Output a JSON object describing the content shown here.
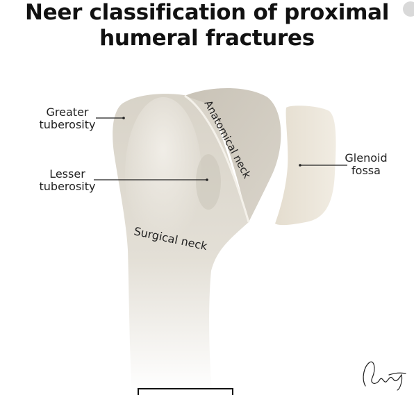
{
  "title": {
    "line1": "Neer classification of proximal",
    "line2": "humeral fractures"
  },
  "labels": {
    "greater_line1": "Greater",
    "greater_line2": "tuberosity",
    "lesser_line1": "Lesser",
    "lesser_line2": "tuberosity",
    "glenoid_line1": "Glenoid",
    "glenoid_line2": "fossa",
    "anatomical_neck": "Anatomical neck",
    "surgical_neck": "Surgical neck"
  },
  "colors": {
    "bone": "#d9d4c9",
    "bone_highlight": "#eeebe3",
    "head": "#cfc9bd",
    "glenoid": "#ece6d9",
    "text": "#222222",
    "leader": "#222222"
  }
}
